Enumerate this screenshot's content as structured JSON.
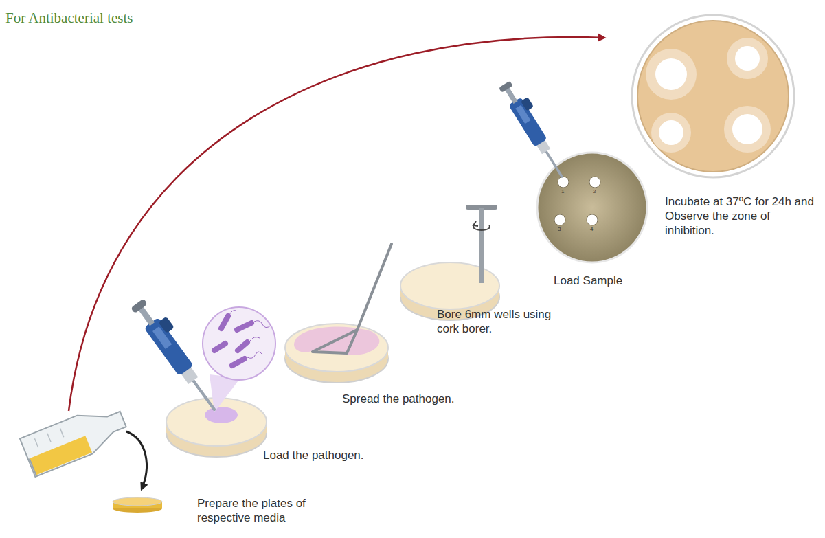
{
  "diagram": {
    "title": "For Antibacterial tests",
    "labels": [
      "Prepare the plates of respective media",
      "Load the pathogen.",
      "Spread the pathogen.",
      "Bore 6mm wells using cork borer.",
      "Load Sample",
      "Incubate at 37ºC for 24h and Observe the zone of inhibition.",
      "1",
      "2",
      "3",
      "4"
    ]
  }
}
